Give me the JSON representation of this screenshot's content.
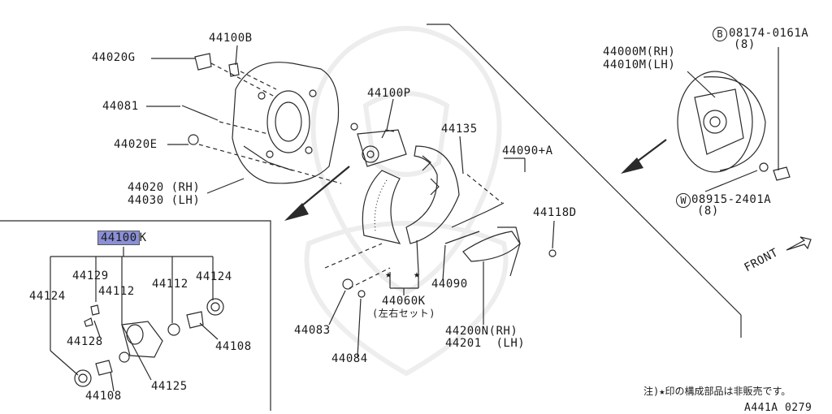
{
  "labels": {
    "p44100B": "44100B",
    "p44020G": "44020G",
    "p44081": "44081",
    "p44020E": "44020E",
    "p44020_rh": "44020 (RH)",
    "p44030_lh": "44030 (LH)",
    "p44100P": "44100P",
    "p44135": "44135",
    "p44090A": "44090+A",
    "p44118D": "44118D",
    "p44000M": "44000M(RH)",
    "p44010M": "44010M(LH)",
    "bolt_code": "08174-0161A",
    "bolt_qty": "(8)",
    "bolt_mark": "B",
    "washer_code": "08915-2401A",
    "washer_qty": "(8)",
    "washer_mark": "W",
    "front": "FRONT",
    "p44100K_prefix": "44100",
    "p44100K_suffix": "K",
    "p44129": "44129",
    "p44112_a": "44112",
    "p44112_b": "44112",
    "p44124_a": "44124",
    "p44124_b": "44124",
    "p44128": "44128",
    "p44108_a": "44108",
    "p44108_b": "44108",
    "p44125": "44125",
    "p44083": "44083",
    "p44084": "44084",
    "p44060K": "44060K",
    "p44060K_note": "(左右セット)",
    "p44090": "44090",
    "p44200N": "44200N(RH)",
    "p44201": "44201  (LH)",
    "note": "注)★印の構成部品は非販売です。",
    "diagram_id": "A441A 0279"
  },
  "colors": {
    "line": "#2a2a2a",
    "highlight": "#8a8fd6",
    "watermark": "#ececec"
  }
}
